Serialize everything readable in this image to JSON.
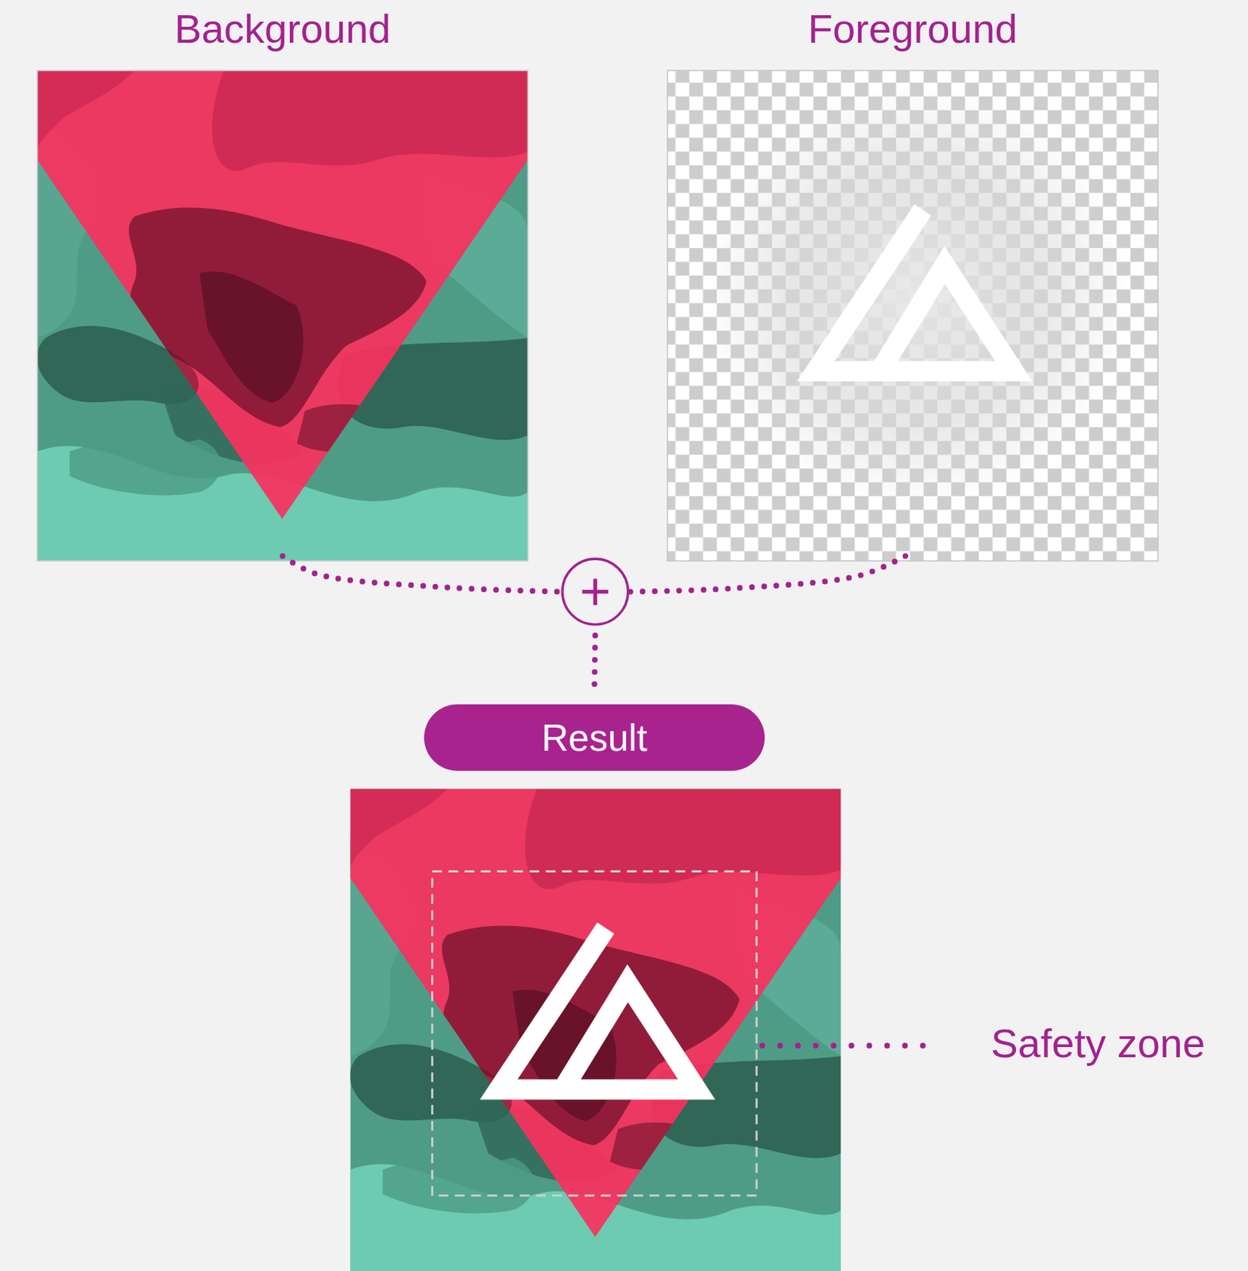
{
  "diagram": {
    "nodes": [
      {
        "text": [
          "Background"
        ]
      },
      {
        "text": [
          "Foreground"
        ]
      },
      {
        "text": [
          "+"
        ]
      },
      {
        "text": [
          "Result"
        ]
      }
    ],
    "edges": [
      {
        "from": 0,
        "to": 2,
        "arrow": "none"
      },
      {
        "from": 1,
        "to": 2,
        "arrow": "none"
      },
      {
        "from": 2,
        "to": 3,
        "arrow": "none"
      }
    ],
    "labels": [
      "Safety zone"
    ]
  }
}
